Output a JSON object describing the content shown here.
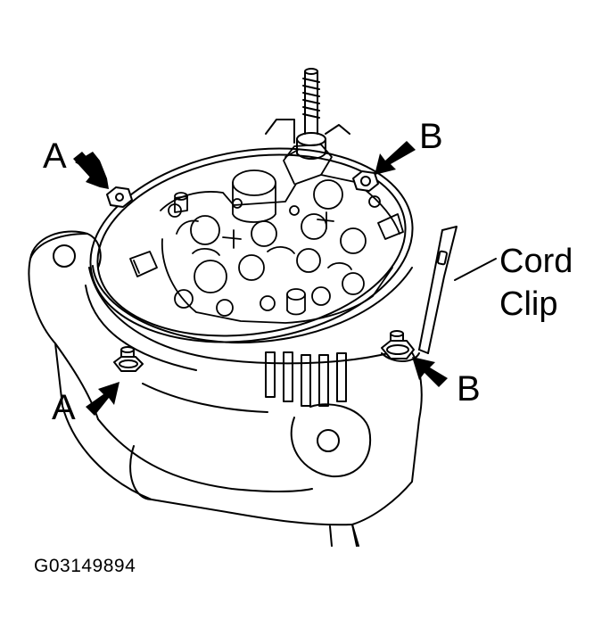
{
  "diagram": {
    "labels": {
      "a_top": "A",
      "a_bottom": "A",
      "b_top": "B",
      "b_bottom": "B",
      "cord_line1": "Cord",
      "cord_line2": "Clip"
    },
    "figure_code": "G03149894",
    "colors": {
      "ink": "#000000",
      "paper": "#ffffff"
    }
  }
}
